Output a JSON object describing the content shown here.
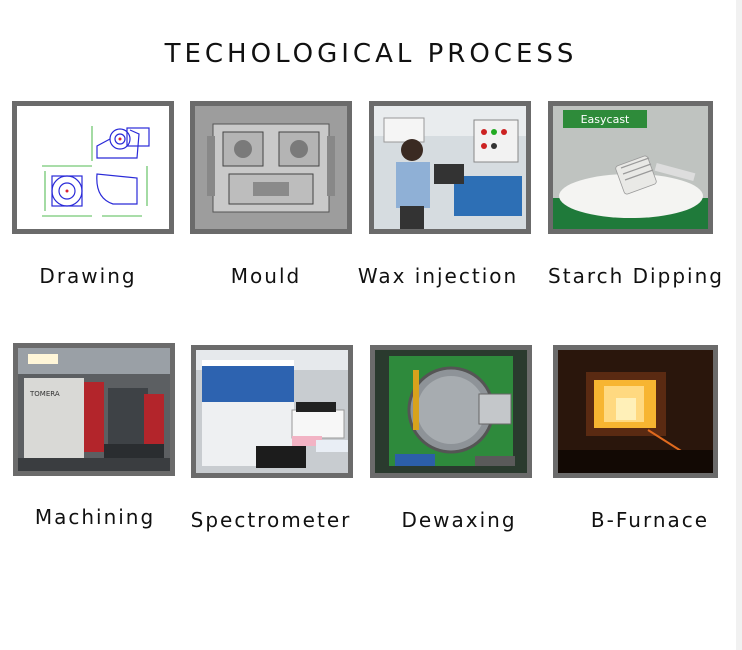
{
  "title": "TECHOLOGICAL PROCESS",
  "steps": [
    {
      "label": "Drawing",
      "image_icon": "cad-drawing-icon"
    },
    {
      "label": "Mould",
      "image_icon": "metal-mould-icon"
    },
    {
      "label": "Wax injection",
      "image_icon": "wax-injection-machine-icon"
    },
    {
      "label": "Starch Dipping",
      "image_icon": "starch-dipping-tank-icon"
    },
    {
      "label": "Machining",
      "image_icon": "cnc-machine-icon"
    },
    {
      "label": "Spectrometer",
      "image_icon": "spectrometer-icon"
    },
    {
      "label": "Dewaxing",
      "image_icon": "dewaxing-autoclave-icon"
    },
    {
      "label": "B-Furnace",
      "image_icon": "furnace-icon"
    }
  ],
  "photo_text": {
    "starch_sign": "Easycast",
    "machining_brand": "TOMERA"
  },
  "colors": {
    "frame": "#6b6b6b",
    "text": "#111111",
    "furnace_glow": "#f7b531"
  }
}
